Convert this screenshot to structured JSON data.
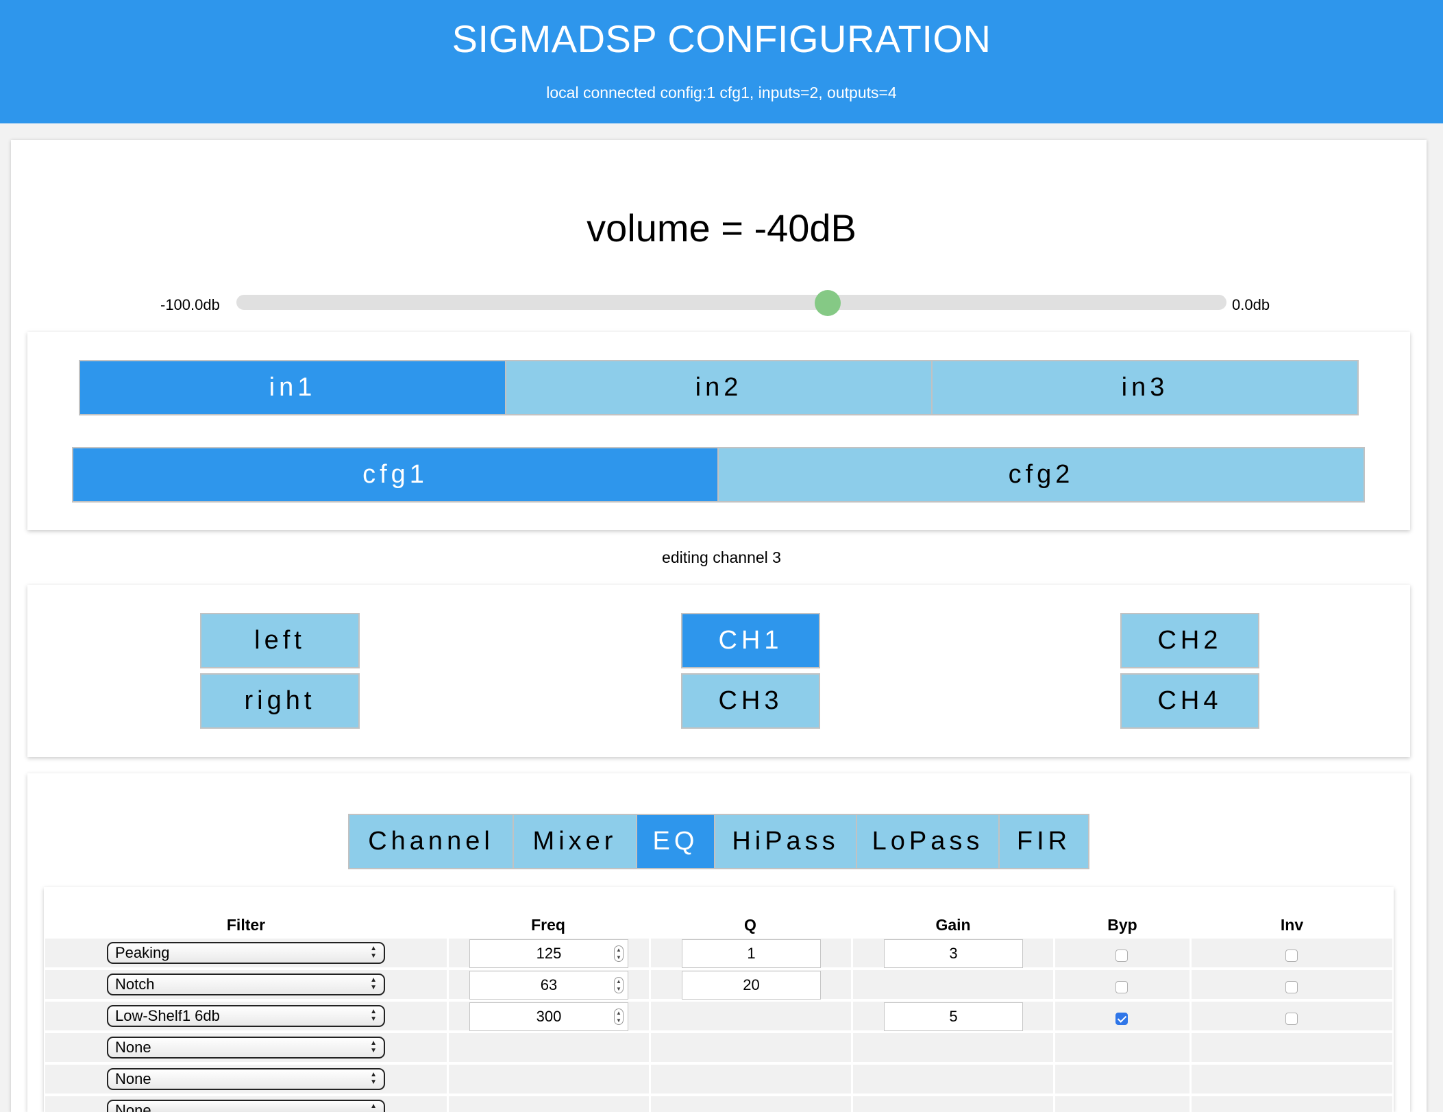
{
  "header": {
    "title": "SIGMADSP CONFIGURATION",
    "status": "local connected config:1 cfg1, inputs=2, outputs=4"
  },
  "volume": {
    "title": "volume = -40dB",
    "min_label": "-100.0db",
    "max_label": "0.0db",
    "value_db": -40,
    "min_db": -100,
    "max_db": 0
  },
  "inputs": [
    {
      "label": "in1",
      "active": true
    },
    {
      "label": "in2",
      "active": false
    },
    {
      "label": "in3",
      "active": false
    }
  ],
  "configs": [
    {
      "label": "cfg1",
      "active": true
    },
    {
      "label": "cfg2",
      "active": false
    }
  ],
  "editing_text": "editing channel 3",
  "channels": [
    {
      "label": "left",
      "active": false
    },
    {
      "label": "right",
      "active": false
    },
    {
      "label": "CH1",
      "active": true
    },
    {
      "label": "CH3",
      "active": false
    },
    {
      "label": "CH2",
      "active": false
    },
    {
      "label": "CH4",
      "active": false
    }
  ],
  "tabs": [
    {
      "label": "Channel",
      "active": false
    },
    {
      "label": "Mixer",
      "active": false
    },
    {
      "label": "EQ",
      "active": true
    },
    {
      "label": "HiPass",
      "active": false
    },
    {
      "label": "LoPass",
      "active": false
    },
    {
      "label": "FIR",
      "active": false
    }
  ],
  "eq": {
    "columns": [
      "Filter",
      "Freq",
      "Q",
      "Gain",
      "Byp",
      "Inv"
    ],
    "rows": [
      {
        "filter": "Peaking",
        "freq": "125",
        "q": "1",
        "gain": "3",
        "byp": false,
        "inv": false
      },
      {
        "filter": "Notch",
        "freq": "63",
        "q": "20",
        "gain": "",
        "byp": false,
        "inv": false
      },
      {
        "filter": "Low-Shelf1 6db",
        "freq": "300",
        "q": "",
        "gain": "5",
        "byp": true,
        "inv": false
      },
      {
        "filter": "None"
      },
      {
        "filter": "None"
      },
      {
        "filter": "None"
      }
    ]
  },
  "accent_color": "#2e96ec",
  "inactive_color": "#8dcdea"
}
